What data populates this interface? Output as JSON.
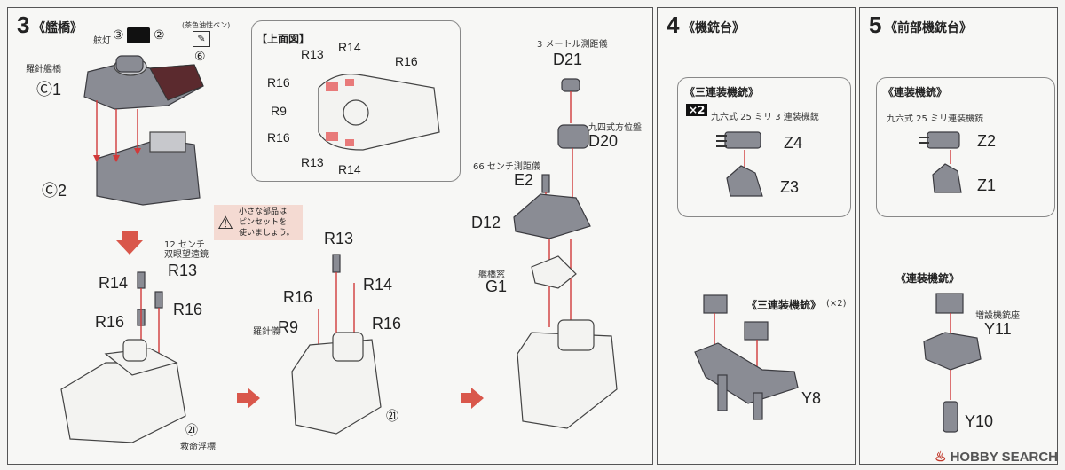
{
  "step3": {
    "num": "3",
    "title": "《艦橋》",
    "labels": {
      "kanto": "舷灯",
      "c3": "③",
      "c2": "②",
      "pen": "(茶色油性ペン)",
      "c6": "⑥",
      "rashin": "羅針艦橋",
      "c1": "Ⓒ1",
      "cc2": "Ⓒ2",
      "top_view": "【上面図】",
      "caution": "小さな部品は\nピンセットを\n使いましょう。",
      "binocular": "12 センチ\n双眼望遠鏡",
      "rashingi": "羅針儀",
      "c21": "㉑",
      "kyumei": "救命浮標",
      "rangefinder3": "3 メートル測距儀",
      "houibann": "九四式方位盤",
      "rangefinder66": "66 センチ測距儀",
      "window": "艦橋窓"
    },
    "parts": [
      "R13",
      "R14",
      "R16",
      "R9",
      "D21",
      "D20",
      "E2",
      "D12",
      "G1"
    ]
  },
  "step4": {
    "num": "4",
    "title": "《機銃台》",
    "box_title": "《三連装機銃》",
    "x2": "×2",
    "gun_desc": "九六式 25 ミリ 3 連装機銃",
    "parts": [
      "Z4",
      "Z3",
      "Y8"
    ],
    "bottom_label": "《三連装機銃》",
    "bottom_mult": "(×2)"
  },
  "step5": {
    "num": "5",
    "title": "《前部機銃台》",
    "box_title": "《連装機銃》",
    "gun_desc": "九六式 25 ミリ連装機銃",
    "parts": [
      "Z2",
      "Z1",
      "Y11",
      "Y10"
    ],
    "bottom_label": "《連装機銃》",
    "mount_desc": "増設機銃座"
  },
  "watermark": "HOBBY SEARCH"
}
